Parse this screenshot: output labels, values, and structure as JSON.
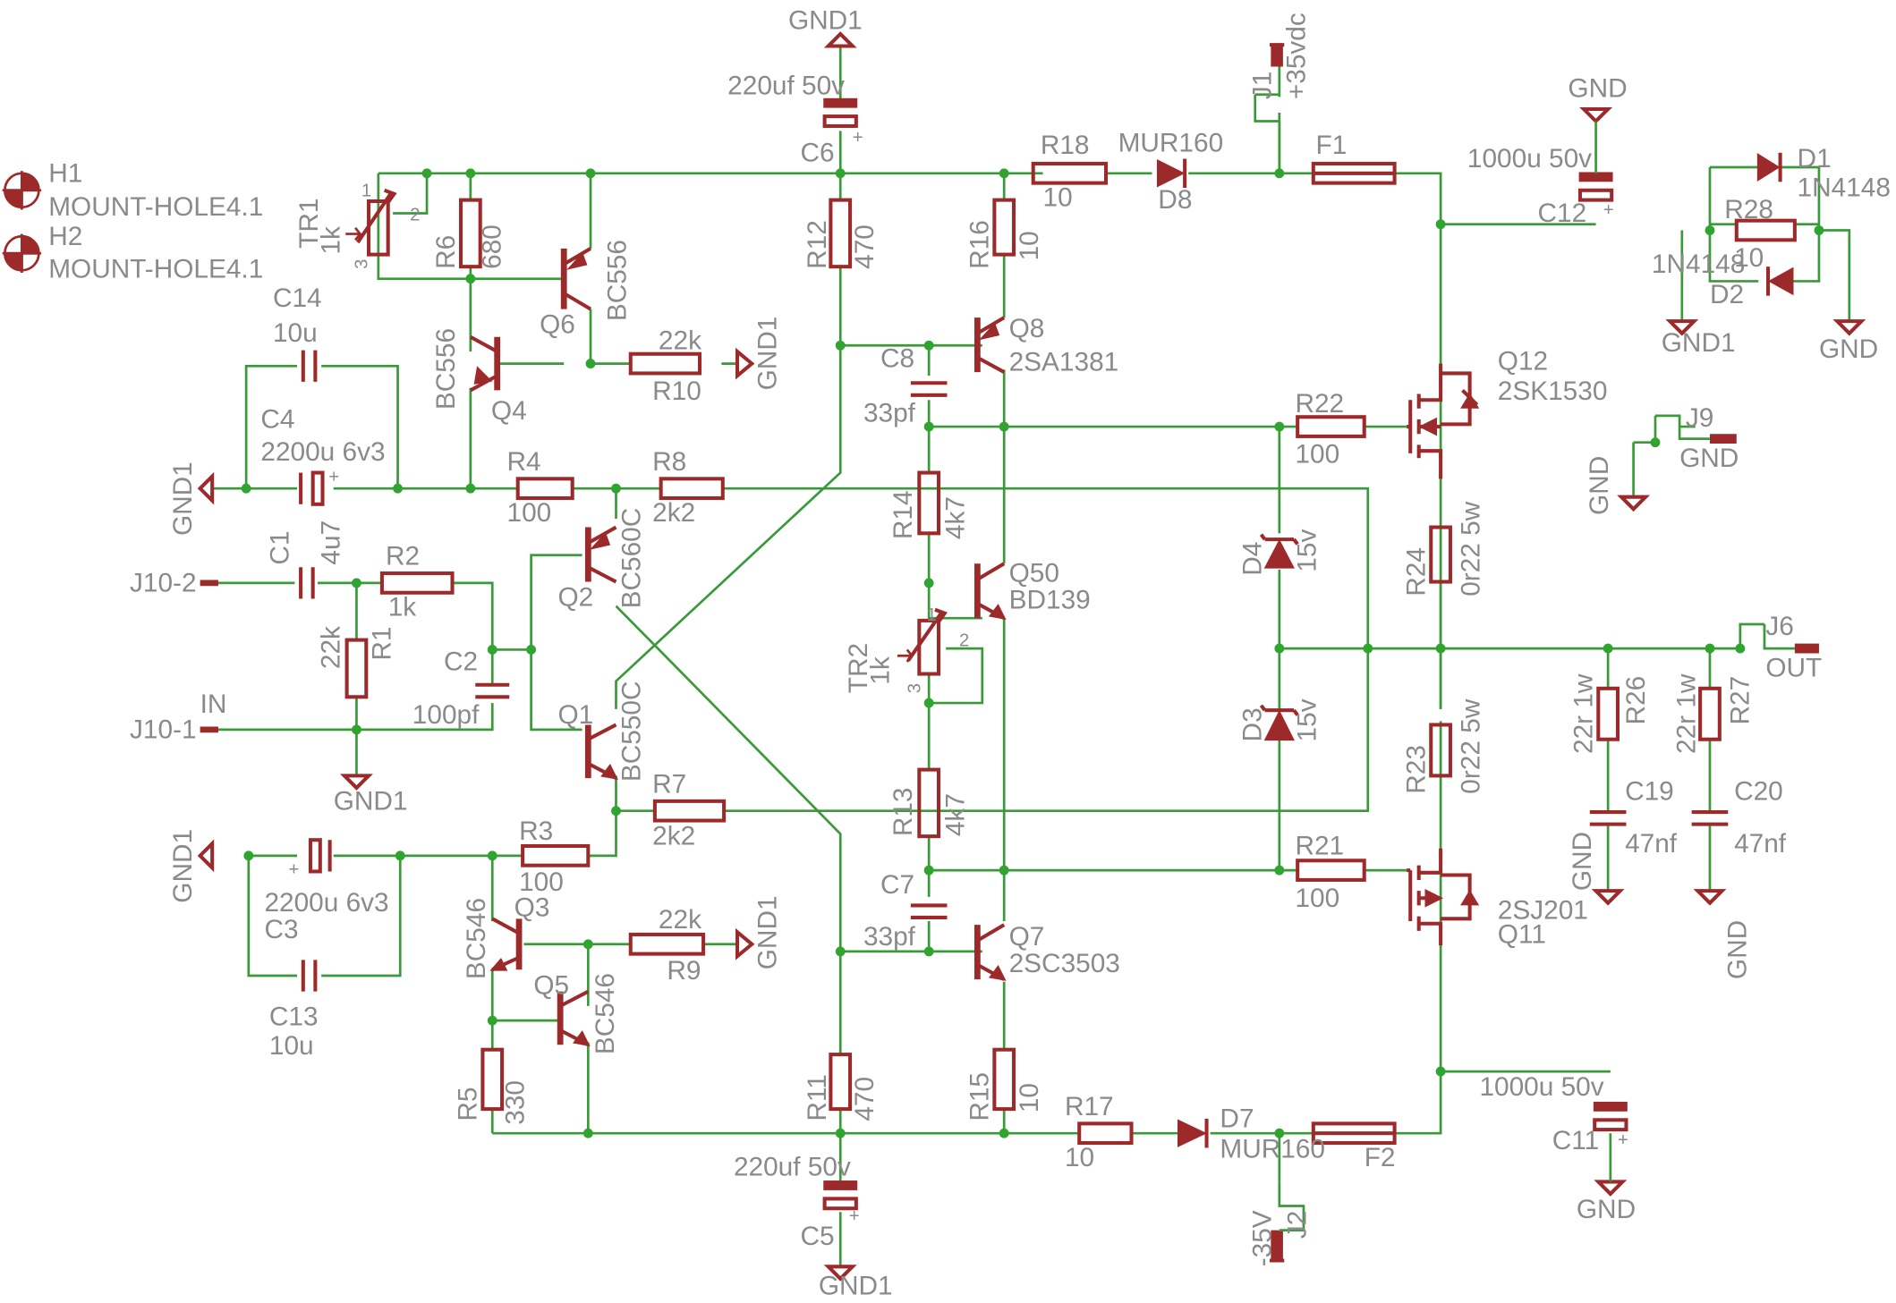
{
  "parts": {
    "H1": {
      "ref": "H1",
      "value": "MOUNT-HOLE4.1"
    },
    "H2": {
      "ref": "H2",
      "value": "MOUNT-HOLE4.1"
    },
    "TR1": {
      "ref": "TR1",
      "value": "1k",
      "pin1": "1",
      "pin2": "2",
      "pin3": "3"
    },
    "TR2": {
      "ref": "TR2",
      "value": "1k",
      "pin1": "1",
      "pin2": "2",
      "pin3": "3"
    },
    "R1": {
      "ref": "R1",
      "value": "22k"
    },
    "R2": {
      "ref": "R2",
      "value": "1k"
    },
    "R3": {
      "ref": "R3",
      "value": "100"
    },
    "R4": {
      "ref": "R4",
      "value": "100"
    },
    "R5": {
      "ref": "R5",
      "value": "330"
    },
    "R6": {
      "ref": "R6",
      "value": "680"
    },
    "R7": {
      "ref": "R7",
      "value": "2k2"
    },
    "R8": {
      "ref": "R8",
      "value": "2k2"
    },
    "R9": {
      "ref": "R9",
      "value": "22k"
    },
    "R10": {
      "ref": "R10",
      "value": "22k"
    },
    "R11": {
      "ref": "R11",
      "value": "470"
    },
    "R12": {
      "ref": "R12",
      "value": "470"
    },
    "R13": {
      "ref": "R13",
      "value": "4k7"
    },
    "R14": {
      "ref": "R14",
      "value": "4k7"
    },
    "R15": {
      "ref": "R15",
      "value": "10"
    },
    "R16": {
      "ref": "R16",
      "value": "10"
    },
    "R17": {
      "ref": "R17",
      "value": "10"
    },
    "R18": {
      "ref": "R18",
      "value": "10"
    },
    "R21": {
      "ref": "R21",
      "value": "100"
    },
    "R22": {
      "ref": "R22",
      "value": "100"
    },
    "R23": {
      "ref": "R23",
      "value": "0r22 5w"
    },
    "R24": {
      "ref": "R24",
      "value": "0r22 5w"
    },
    "R26": {
      "ref": "R26",
      "value": "22r 1w"
    },
    "R27": {
      "ref": "R27",
      "value": "22r 1w"
    },
    "R28": {
      "ref": "R28",
      "value": "10"
    },
    "C1": {
      "ref": "C1",
      "value": "4u7"
    },
    "C2": {
      "ref": "C2",
      "value": "100pf"
    },
    "C3": {
      "ref": "C3",
      "value": "2200u 6v3"
    },
    "C4": {
      "ref": "C4",
      "value": "2200u 6v3"
    },
    "C5": {
      "ref": "C5",
      "value": "220uf 50v"
    },
    "C6": {
      "ref": "C6",
      "value": "220uf 50v"
    },
    "C7": {
      "ref": "C7",
      "value": "33pf"
    },
    "C8": {
      "ref": "C8",
      "value": "33pf"
    },
    "C11": {
      "ref": "C11",
      "value": "1000u 50v"
    },
    "C12": {
      "ref": "C12",
      "value": "1000u 50v"
    },
    "C13": {
      "ref": "C13",
      "value": "10u"
    },
    "C14": {
      "ref": "C14",
      "value": "10u"
    },
    "C19": {
      "ref": "C19",
      "value": "47nf"
    },
    "C20": {
      "ref": "C20",
      "value": "47nf"
    },
    "Q1": {
      "ref": "Q1",
      "value": "BC550C"
    },
    "Q2": {
      "ref": "Q2",
      "value": "BC560C"
    },
    "Q3": {
      "ref": "Q3",
      "value": "BC546"
    },
    "Q4": {
      "ref": "Q4",
      "value": "BC556"
    },
    "Q5": {
      "ref": "Q5",
      "value": "BC546"
    },
    "Q6": {
      "ref": "Q6",
      "value": "BC556"
    },
    "Q7": {
      "ref": "Q7",
      "value": "2SC3503"
    },
    "Q8": {
      "ref": "Q8",
      "value": "2SA1381"
    },
    "Q11": {
      "ref": "Q11",
      "value": "2SJ201"
    },
    "Q12": {
      "ref": "Q12",
      "value": "2SK1530"
    },
    "Q50": {
      "ref": "Q50",
      "value": "BD139"
    },
    "D1": {
      "ref": "D1",
      "value": "1N4148"
    },
    "D2": {
      "ref": "D2",
      "value": "1N4148"
    },
    "D3": {
      "ref": "D3",
      "value": "15v"
    },
    "D4": {
      "ref": "D4",
      "value": "15v"
    },
    "D7": {
      "ref": "D7",
      "value": "MUR160"
    },
    "D8": {
      "ref": "D8",
      "value": "MUR160"
    },
    "F1": {
      "ref": "F1"
    },
    "F2": {
      "ref": "F2"
    },
    "J1": {
      "ref": "J1",
      "net": "+35vdc"
    },
    "J2": {
      "ref": "J2",
      "net": "-35V"
    },
    "J6": {
      "ref": "J6",
      "net": "OUT"
    },
    "J9": {
      "ref": "J9",
      "net": "GND"
    }
  },
  "nets": {
    "gnd1": "GND1",
    "gnd": "GND",
    "j10_1": "J10-1",
    "j10_2": "J10-2",
    "in": "IN"
  }
}
